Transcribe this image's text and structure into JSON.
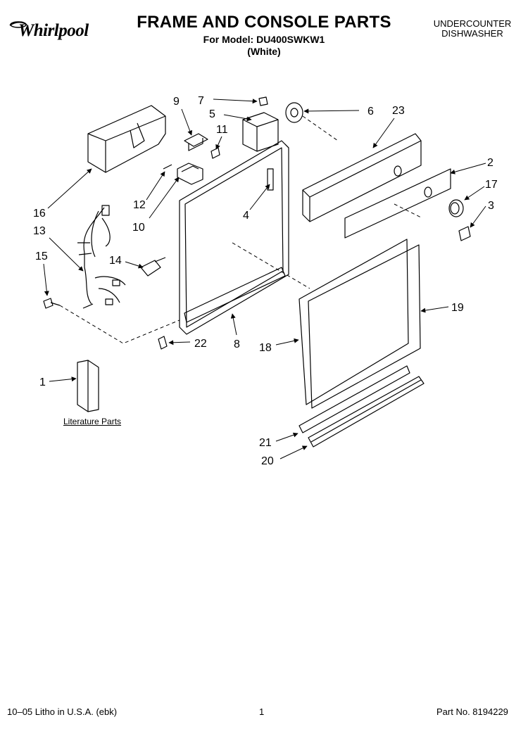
{
  "header": {
    "brand": "Whirlpool",
    "title": "FRAME AND CONSOLE PARTS",
    "model_line": "For Model: DU400SWKW1",
    "color_line": "(White)",
    "product_line1": "UNDERCOUNTER",
    "product_line2": "DISHWASHER"
  },
  "callouts": {
    "c1": "1",
    "c2": "2",
    "c3": "3",
    "c4": "4",
    "c5": "5",
    "c6": "6",
    "c7": "7",
    "c8": "8",
    "c9": "9",
    "c10": "10",
    "c11": "11",
    "c12": "12",
    "c13": "13",
    "c14": "14",
    "c15": "15",
    "c16": "16",
    "c17": "17",
    "c18": "18",
    "c19": "19",
    "c20": "20",
    "c21": "21",
    "c22": "22",
    "c23": "23"
  },
  "literature_caption": "Literature Parts",
  "footer": {
    "left": "10–05 Litho in U.S.A. (ebk)",
    "page": "1",
    "part_no": "Part No. 8194229"
  }
}
